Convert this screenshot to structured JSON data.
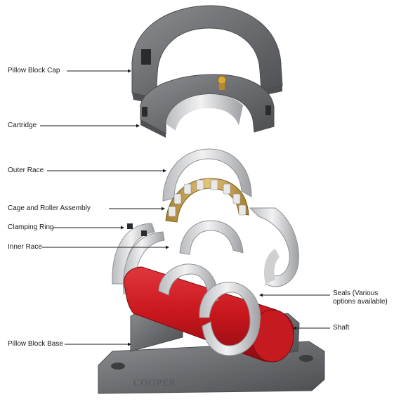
{
  "labels": {
    "pillow_block_cap": "Pillow Block Cap",
    "cartridge": "Cartridge",
    "outer_race": "Outer Race",
    "cage_and_roller_assembly": "Cage and Roller Assembly",
    "clamping_ring": "Clamping Ring",
    "inner_race": "Inner Race",
    "pillow_block_base": "Pillow Block Base",
    "seals": "Seals (Various options available)",
    "shaft": "Shaft"
  },
  "brand_mark": "COOPER",
  "colors": {
    "housing_grey": "#6d6f72",
    "metal_light": "#d9dadc",
    "shaft_red": "#c8161d",
    "cage_gold": "#c9a24a",
    "label_text": "#1a1a1a"
  }
}
